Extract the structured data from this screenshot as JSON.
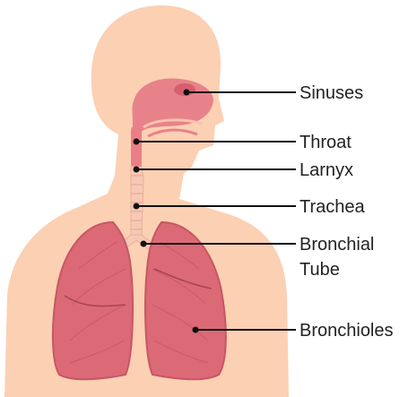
{
  "labels": {
    "sinuses": "Sinuses",
    "throat": "Throat",
    "larnyx": "Larnyx",
    "trachea": "Trachea",
    "bronchial_line1": "Bronchial",
    "bronchial_line2": "Tube",
    "bronchioles": "Bronchioles"
  },
  "colors": {
    "skin": "#fbd0b3",
    "lung": "#dc6a76",
    "lung_dark": "#b84a58",
    "airway": "#f08c92",
    "trachea": "#f6c8b3",
    "leader": "#111111"
  }
}
